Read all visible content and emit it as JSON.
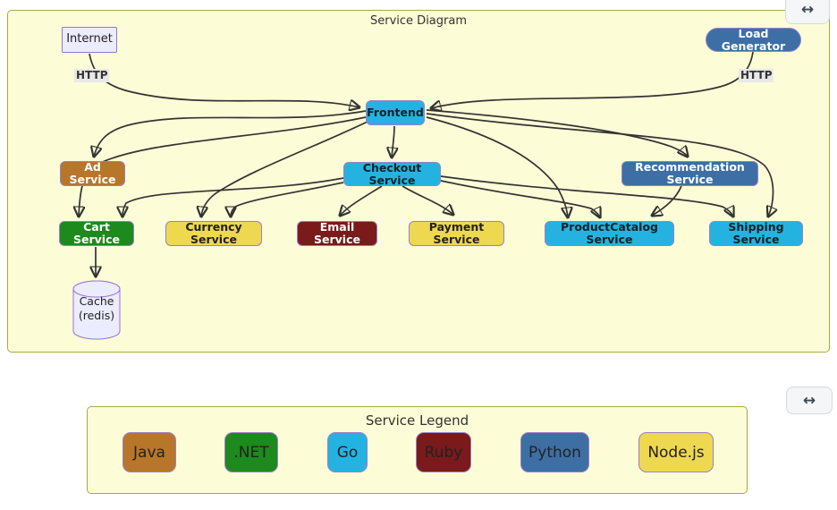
{
  "controls": {
    "expand_icon": "↔"
  },
  "diagram": {
    "title": "Service Diagram",
    "edge_labels": {
      "internet_http": "HTTP",
      "loadgen_http": "HTTP"
    },
    "nodes": {
      "internet": {
        "label": "Internet",
        "tech": "external"
      },
      "load_generator": {
        "label": "Load Generator",
        "tech": "python"
      },
      "frontend": {
        "label": "Frontend",
        "tech": "go"
      },
      "ad": {
        "label": "Ad Service",
        "tech": "java"
      },
      "checkout": {
        "label": "Checkout Service",
        "tech": "go"
      },
      "recommendation": {
        "label": "Recommendation Service",
        "tech": "python"
      },
      "cart": {
        "label": "Cart Service",
        "tech": "dotnet"
      },
      "currency": {
        "label": "Currency Service",
        "tech": "nodejs"
      },
      "email": {
        "label": "Email Service",
        "tech": "ruby"
      },
      "payment": {
        "label": "Payment Service",
        "tech": "nodejs"
      },
      "product_catalog": {
        "label": "ProductCatalog Service",
        "tech": "go"
      },
      "shipping": {
        "label": "Shipping Service",
        "tech": "go"
      },
      "cache": {
        "label_line1": "Cache",
        "label_line2": "(redis)",
        "tech": "external"
      }
    },
    "edges": [
      {
        "from": "Internet",
        "to": "Frontend",
        "label": "HTTP"
      },
      {
        "from": "Load Generator",
        "to": "Frontend",
        "label": "HTTP"
      },
      {
        "from": "Frontend",
        "to": "Ad Service"
      },
      {
        "from": "Frontend",
        "to": "Checkout Service"
      },
      {
        "from": "Frontend",
        "to": "Cart Service"
      },
      {
        "from": "Frontend",
        "to": "Currency Service"
      },
      {
        "from": "Frontend",
        "to": "Recommendation Service"
      },
      {
        "from": "Frontend",
        "to": "ProductCatalog Service"
      },
      {
        "from": "Frontend",
        "to": "Shipping Service"
      },
      {
        "from": "Checkout Service",
        "to": "Cart Service"
      },
      {
        "from": "Checkout Service",
        "to": "Currency Service"
      },
      {
        "from": "Checkout Service",
        "to": "Email Service"
      },
      {
        "from": "Checkout Service",
        "to": "Payment Service"
      },
      {
        "from": "Checkout Service",
        "to": "ProductCatalog Service"
      },
      {
        "from": "Checkout Service",
        "to": "Shipping Service"
      },
      {
        "from": "Recommendation Service",
        "to": "ProductCatalog Service"
      },
      {
        "from": "Cart Service",
        "to": "Cache (redis)"
      }
    ]
  },
  "legend": {
    "title": "Service Legend",
    "items": [
      {
        "label": "Java",
        "color": "#b8762a"
      },
      {
        "label": ".NET",
        "color": "#1c8a1c"
      },
      {
        "label": "Go",
        "color": "#24b3e1"
      },
      {
        "label": "Ruby",
        "color": "#7a1a1a"
      },
      {
        "label": "Python",
        "color": "#3d6fa5"
      },
      {
        "label": "Node.js",
        "color": "#eed850"
      }
    ]
  },
  "colors": {
    "panel_background": "#fcfcd7",
    "panel_border": "#a9a943",
    "edge_stroke": "#333333",
    "node_border": "#9b7fc7",
    "external_fill": "#ececff",
    "external_border": "#9673db",
    "edge_label_background": "#e8e8e8"
  }
}
